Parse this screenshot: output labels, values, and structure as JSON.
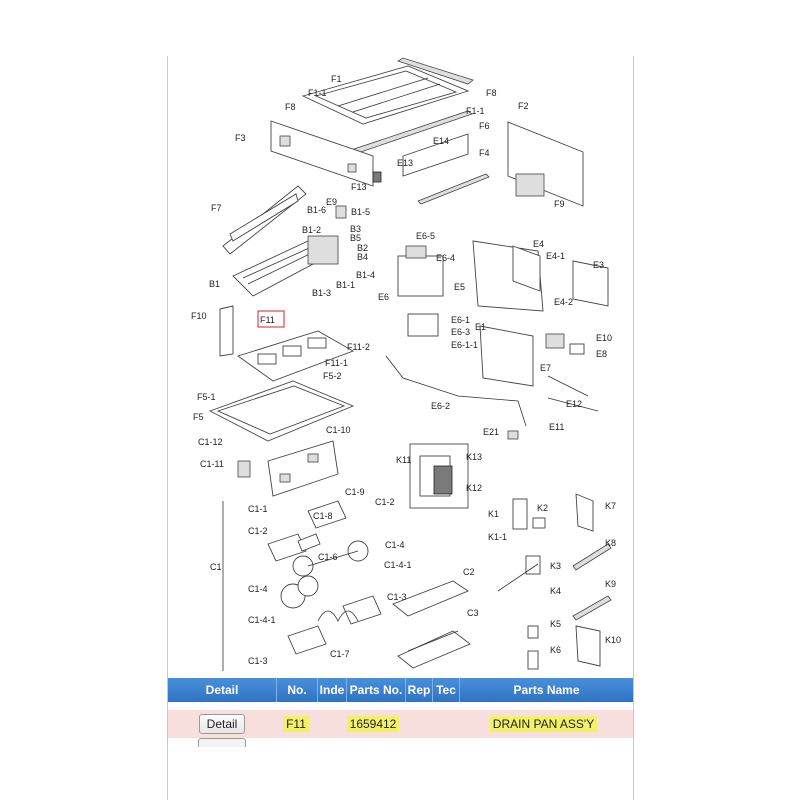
{
  "diagram": {
    "labels": [
      "F1",
      "F1-1",
      "F8",
      "F1-1",
      "F2",
      "F8",
      "F3",
      "E14",
      "F6",
      "E13",
      "F4",
      "F13",
      "F9",
      "F7",
      "E9",
      "B1-5",
      "B1-6",
      "B3",
      "B1-2",
      "B5",
      "B2",
      "B4",
      "E6-5",
      "E4",
      "E4-1",
      "E3",
      "E6-4",
      "B1",
      "B1-4",
      "B1-1",
      "E6",
      "E5",
      "B1-3",
      "E4-2",
      "F10",
      "F11",
      "E6-1",
      "E6-3",
      "E1",
      "E10",
      "E8",
      "F11-2",
      "E6-1-1",
      "F11-1",
      "F5-2",
      "E7",
      "F5-1",
      "E6-2",
      "E12",
      "F5",
      "E11",
      "E21",
      "C1-10",
      "C1-12",
      "K11",
      "K13",
      "C1-11",
      "K12",
      "C1-9",
      "C1-2",
      "C1-1",
      "K2",
      "K7",
      "C1-8",
      "K1",
      "C1-2",
      "K1-1",
      "C1-6",
      "C1-4",
      "K8",
      "C1",
      "C1-4-1",
      "K3",
      "C2",
      "C1-4",
      "K4",
      "K9",
      "C1-3",
      "C3",
      "C1-4-1",
      "K5",
      "C1-7",
      "K6",
      "K10",
      "C1-3"
    ]
  },
  "table": {
    "headers": {
      "detail": "Detail",
      "no": "No.",
      "index": "Inde",
      "parts_no": "Parts No.",
      "rep": "Rep",
      "tec": "Tec",
      "parts_name": "Parts Name"
    },
    "rows": [
      {
        "detail_button": "Detail",
        "no": "F11",
        "parts_no": "1659412",
        "parts_name": "DRAIN PAN ASS'Y"
      }
    ]
  },
  "colors": {
    "header_bg": "#2f74c4",
    "row_bg": "#f9dede",
    "highlight": "#f5f06a"
  }
}
